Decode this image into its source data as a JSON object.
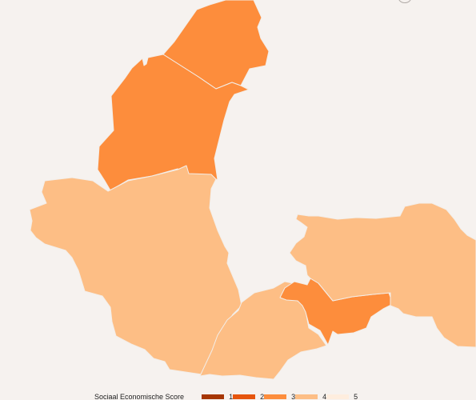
{
  "legend": {
    "title": "Sociaal Economische Score",
    "items": [
      {
        "label": "1",
        "color": "#a63603"
      },
      {
        "label": "2",
        "color": "#e6550d"
      },
      {
        "label": "3",
        "color": "#fd8d3c"
      },
      {
        "label": "4",
        "color": "#fdbe85"
      },
      {
        "label": "5",
        "color": "#feedde"
      }
    ]
  },
  "regions": [
    {
      "id": "north-top",
      "class": "3"
    },
    {
      "id": "north-main",
      "class": "3"
    },
    {
      "id": "west-large",
      "class": "4"
    },
    {
      "id": "east-large",
      "class": "4"
    },
    {
      "id": "south-center",
      "class": "4"
    },
    {
      "id": "center-inner",
      "class": "3"
    }
  ],
  "colors": {
    "background": "#f6f2ef",
    "border": "#f3eee9"
  }
}
